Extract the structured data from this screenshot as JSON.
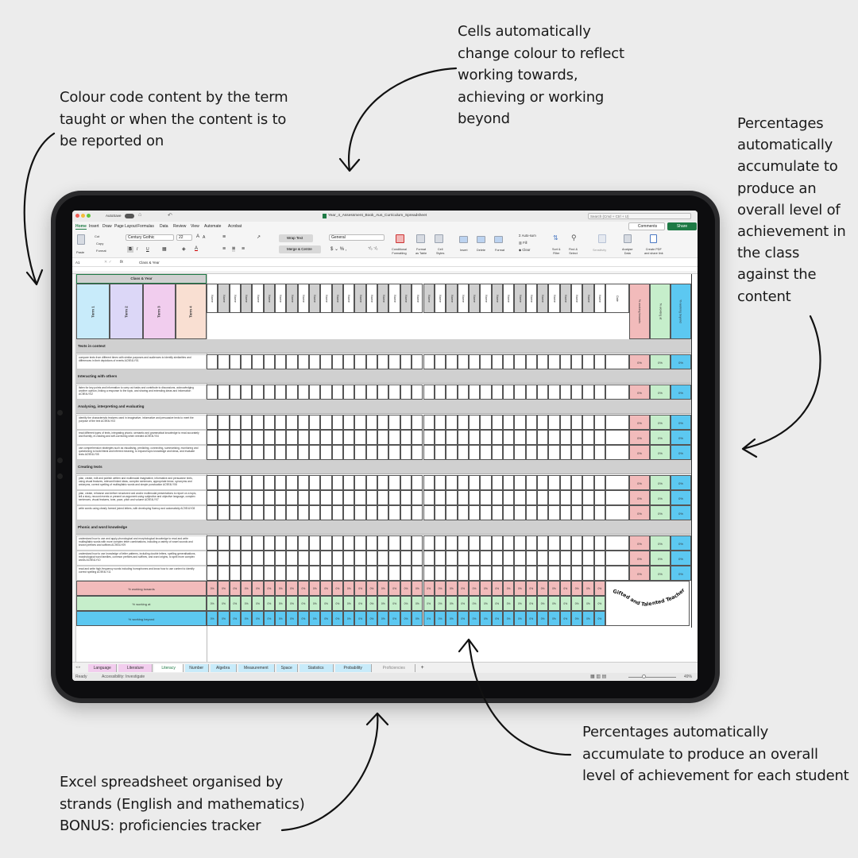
{
  "annotations": {
    "term_colours": [
      "Colour code content by the term",
      "taught or when the content is to",
      "be reported on"
    ],
    "cell_colours": [
      "Cells automatically",
      "change colour to reflect",
      "working towards,",
      "achieving or working",
      "beyond"
    ],
    "class_percentages": [
      "Percentages",
      "automatically",
      "accumulate to",
      "produce an",
      "overall level of",
      "achievement in",
      "the class",
      "against the",
      "content"
    ],
    "student_percentages": [
      "Percentages automatically",
      "accumulate to produce an overall",
      "level of achievement for each student"
    ],
    "strands": [
      "Excel spreadsheet organised by",
      "strands (English and mathematics)",
      "BONUS: proficiencies tracker"
    ]
  },
  "excel": {
    "autosave": "AutoSave",
    "file_title": "Year_4_Assessment_Book_Aus_Curriculum_Spreadsheet",
    "search_placeholder": "Search (Cmd + Ctrl + U)",
    "menu": [
      "Home",
      "Insert",
      "Draw",
      "Page Layout",
      "Formulas",
      "Data",
      "Review",
      "View",
      "Automate",
      "Acrobat"
    ],
    "comments": "Comments",
    "share": "Share",
    "ribbon": {
      "paste": "Paste",
      "cut": "Cut",
      "copy": "Copy",
      "format_painter": "Format",
      "font": "Century Gothic",
      "font_size": "22",
      "wrap_text": "Wrap Text",
      "merge": "Merge & Centre",
      "number_format": "General",
      "cond_formatting": [
        "Conditional",
        "Formatting"
      ],
      "format_table": [
        "Format",
        "as Table"
      ],
      "cell_styles": [
        "Cell",
        "Styles"
      ],
      "insert": "Insert",
      "delete": "Delete",
      "format": "Format",
      "autosum": "Auto-sum",
      "fill": "Fill",
      "clear": "Clear",
      "sort_filter": [
        "Sort &",
        "Filter"
      ],
      "find_select": [
        "Find &",
        "Select"
      ],
      "sensitivity": "Sensitivity",
      "analyse": [
        "Analyse",
        "Data"
      ],
      "create_pdf": [
        "Create PDF",
        "and share link"
      ]
    },
    "name_box": "A1",
    "formula": "Class & Year",
    "colors": {
      "term1": "#c8ebfa",
      "term2": "#dcd7f7",
      "term3": "#f1cdee",
      "term4": "#f9dfd2",
      "towards": "#f2bbbb",
      "at": "#c6eecb",
      "beyond": "#5cc8f1",
      "section": "#d0d0d0",
      "excel_green": "#1e7a45"
    },
    "sheet": {
      "class_year": "Class & Year",
      "terms": [
        "Term 1",
        "Term 2",
        "Term 3",
        "Term 4"
      ],
      "students": [
        "Name",
        "Name",
        "Name",
        "Name",
        "Name",
        "Name",
        "Name",
        "Name",
        "Name",
        "Name",
        "Name",
        "Name",
        "Name",
        "Name",
        "Name",
        "Name",
        "Name",
        "Name",
        "Name",
        "Name",
        "Name",
        "Name",
        "Name",
        "Name",
        "Name",
        "Name",
        "Name",
        "Name",
        "Name",
        "Name",
        "Name",
        "Name",
        "Name",
        "Name",
        "Name"
      ],
      "date_label": "Date",
      "pct_headers": [
        "% working towards",
        "% working at",
        "% working beyond"
      ],
      "sections": [
        {
          "title": "Texts in context",
          "outcomes": [
            {
              "text": "compare texts from different times with similar purposes and audiences to identify similarities and differences in their depictions of events AC9E4LY01",
              "pct": [
                "0%",
                "0%",
                "0%"
              ]
            }
          ]
        },
        {
          "title": "Interacting with others",
          "outcomes": [
            {
              "text": "listen for key points and information to carry out tasks and contribute to discussions, acknowledging another opinion, linking a response to the topic, and sharing and extending ideas and information AC9E4LY02",
              "pct": [
                "0%",
                "0%",
                "0%"
              ]
            }
          ]
        },
        {
          "title": "Analysing, interpreting and evaluating",
          "outcomes": [
            {
              "text": "identify the characteristic features used in imaginative, informative and persuasive texts to meet the purpose of the text AC9E4LY03",
              "pct": [
                "0%",
                "0%",
                "0%"
              ]
            },
            {
              "text": "read different types of texts, integrating phonic, semantic and grammatical knowledge to read accurately and fluently, re-reading and self-correcting when needed AC9E4LY04",
              "pct": [
                "0%",
                "0%",
                "0%"
              ]
            },
            {
              "text": "use comprehension strategies such as visualising, predicting, connecting, summarising, monitoring and questioning to build literal and inferred meaning, to expand topic knowledge and ideas, and evaluate texts AC9E4LY05",
              "pct": [
                "0%",
                "0%",
                "0%"
              ]
            }
          ]
        },
        {
          "title": "Creating texts",
          "outcomes": [
            {
              "text": "plan, create, edit and publish written and multimodal imaginative, informative and persuasive texts, using visual features, relevant linked ideas, complex sentences, appropriate tense, synonyms and antonyms, correct spelling of multisyllabic words and simple punctuation AC9E4LY06",
              "pct": [
                "0%",
                "0%",
                "0%"
              ]
            },
            {
              "text": "plan, create, rehearse and deliver structured oral and/or multimodal presentations to report on a topic, tell a story, recount events or present an argument using subjective and objective language, complex sentences, visual features, tone, pace, pitch and volume AC9E4LY07",
              "pct": [
                "0%",
                "0%",
                "0%"
              ]
            },
            {
              "text": "write words using clearly formed joined letters, with developing fluency and automaticity AC9E4LY08",
              "pct": [
                "0%",
                "0%",
                "0%"
              ]
            }
          ]
        },
        {
          "title": "Phonic and word knowledge",
          "outcomes": [
            {
              "text": "understand how to use and apply phonological and morphological knowledge to read and write multisyllabic words with more complex letter combinations, including a variety of vowel sounds and known prefixes and suffixes AC9E4LY09",
              "pct": [
                "0%",
                "0%",
                "0%"
              ]
            },
            {
              "text": "understand how to use knowledge of letter patterns, including double letters, spelling generalisations, morphological word families, common prefixes and suffixes, and word origins, to spell more complex words AC9E4LY10",
              "pct": [
                "0%",
                "0%",
                "0%"
              ]
            },
            {
              "text": "read and write high-frequency words including homophones and know how to use context to identify correct spelling AC9E4LY11",
              "pct": [
                "0%",
                "0%",
                "0%"
              ]
            }
          ]
        }
      ],
      "summary": [
        {
          "label": "% working towards",
          "values": [
            "0%",
            "0%",
            "0%",
            "0%",
            "0%",
            "0%",
            "0%",
            "0%",
            "0%",
            "0%",
            "0%",
            "0%",
            "0%",
            "0%",
            "0%",
            "0%",
            "0%",
            "0%",
            "0%",
            "0%",
            "0%",
            "0%",
            "0%",
            "0%",
            "0%",
            "0%",
            "0%",
            "0%",
            "0%",
            "0%",
            "0%",
            "0%",
            "0%",
            "0%",
            "0%"
          ]
        },
        {
          "label": "% working at",
          "values": [
            "0%",
            "0%",
            "0%",
            "0%",
            "0%",
            "0%",
            "0%",
            "0%",
            "0%",
            "0%",
            "0%",
            "0%",
            "0%",
            "0%",
            "0%",
            "0%",
            "0%",
            "0%",
            "0%",
            "0%",
            "0%",
            "0%",
            "0%",
            "0%",
            "0%",
            "0%",
            "0%",
            "0%",
            "0%",
            "0%",
            "0%",
            "0%",
            "0%",
            "0%",
            "0%"
          ]
        },
        {
          "label": "% working beyond",
          "values": [
            "0%",
            "0%",
            "0%",
            "0%",
            "0%",
            "0%",
            "0%",
            "0%",
            "0%",
            "0%",
            "0%",
            "0%",
            "0%",
            "0%",
            "0%",
            "0%",
            "0%",
            "0%",
            "0%",
            "0%",
            "0%",
            "0%",
            "0%",
            "0%",
            "0%",
            "0%",
            "0%",
            "0%",
            "0%",
            "0%",
            "0%",
            "0%",
            "0%",
            "0%",
            "0%"
          ]
        }
      ],
      "logo": "Gifted and Talented Teacher"
    },
    "sheet_tabs": [
      {
        "label": "Language",
        "color": "#f2cdee"
      },
      {
        "label": "Literature",
        "color": "#f2cdee"
      },
      {
        "label": "Literacy",
        "color": "#ffffff",
        "active": true
      },
      {
        "label": "Number",
        "color": "#c8ebfa"
      },
      {
        "label": "Algebra",
        "color": "#c8ebfa"
      },
      {
        "label": "Measurement",
        "color": "#c8ebfa"
      },
      {
        "label": "Space",
        "color": "#c8ebfa"
      },
      {
        "label": "Statistics",
        "color": "#c8ebfa"
      },
      {
        "label": "Probability",
        "color": "#c8ebfa"
      },
      {
        "label": "Proficiencies",
        "color": "#f0f0f0"
      }
    ],
    "add_sheet": "+",
    "status": {
      "ready": "Ready",
      "accessibility": "Accessibility: Investigate",
      "zoom": "49%"
    }
  }
}
